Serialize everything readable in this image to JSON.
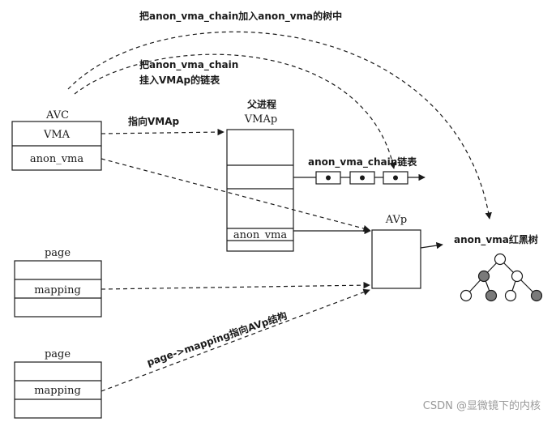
{
  "labels": {
    "top_arc_note": "把anon_vma_chain加入anon_vma的树中",
    "second_arc_note_line1": "把anon_vma_chain",
    "second_arc_note_line2": "挂入VMAp的链表",
    "avc_title": "AVC",
    "avc_field_vma": "VMA",
    "avc_field_anon_vma": "anon_vma",
    "point_to_vmap": "指向VMAp",
    "parent_vmap_line1": "父进程",
    "parent_vmap_line2": "VMAp",
    "vmap_field_anon_vma": "anon_vma",
    "chain_list_label": "anon_vma_chain链表",
    "avp_title": "AVp",
    "rbtree_label": "anon_vma红黑树",
    "page1_title": "page",
    "page1_field_mapping": "mapping",
    "page2_title": "page",
    "page2_field_mapping": "mapping",
    "page_mapping_note": "page->mapping指向AVp结构",
    "watermark": "CSDN @显微镜下的内核"
  },
  "colors": {
    "ink": "#1a1a1a",
    "tree_node_dark": "#7a7a7a",
    "watermark": "#9a9a9a"
  }
}
